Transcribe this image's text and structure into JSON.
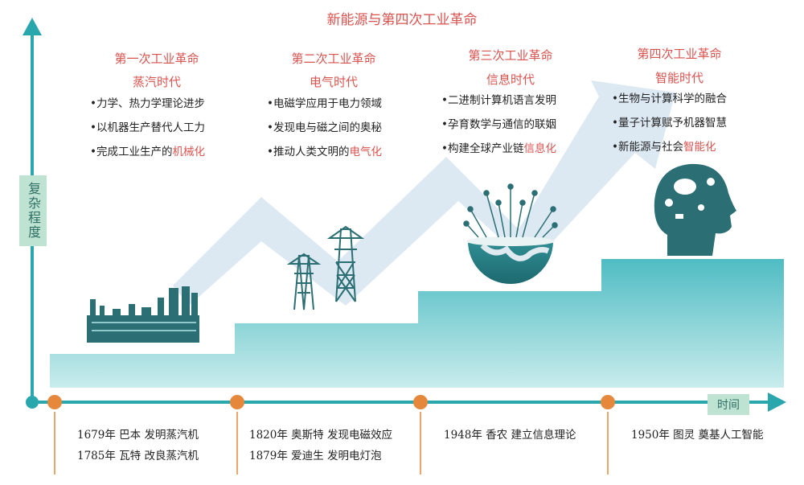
{
  "title": "新能源与第四次工业革命",
  "y_axis_label": "复杂程度",
  "x_axis_label": "时间",
  "revolutions": [
    {
      "title": "第一次工业革命",
      "era": "蒸汽时代",
      "points": [
        {
          "text": "力学、热力学理论进步",
          "highlight": ""
        },
        {
          "text": "以机器生产替代人工力",
          "highlight": ""
        },
        {
          "text": "完成工业生产的",
          "highlight": "机械化"
        }
      ],
      "events": [
        "1679年 巴本 发明蒸汽机",
        "1785年 瓦特 改良蒸汽机"
      ]
    },
    {
      "title": "第二次工业革命",
      "era": "电气时代",
      "points": [
        {
          "text": "电磁学应用于电力领域",
          "highlight": ""
        },
        {
          "text": "发现电与磁之间的奥秘",
          "highlight": ""
        },
        {
          "text": "推动人类文明的",
          "highlight": "电气化"
        }
      ],
      "events": [
        "1820年 奥斯特 发现电磁效应",
        "1879年 爱迪生 发明电灯泡"
      ]
    },
    {
      "title": "第三次工业革命",
      "era": "信息时代",
      "points": [
        {
          "text": "二进制计算机语言发明",
          "highlight": ""
        },
        {
          "text": "孕育数学与通信的联姻",
          "highlight": ""
        },
        {
          "text": "构建全球产业链",
          "highlight": "信息化"
        }
      ],
      "events": [
        "1948年 香农 建立信息理论"
      ]
    },
    {
      "title": "第四次工业革命",
      "era": "智能时代",
      "points": [
        {
          "text": "生物与计算科学的融合",
          "highlight": ""
        },
        {
          "text": "量子计算赋予机器智慧",
          "highlight": ""
        },
        {
          "text": "新能源与社会",
          "highlight": "智能化"
        }
      ],
      "events": [
        "1950年 图灵 奠基人工智能"
      ]
    }
  ],
  "icons": [
    "factory-icon",
    "power-tower-icon",
    "globe-circuit-icon",
    "brain-head-icon"
  ],
  "colors": {
    "axis": "#2aa6ad",
    "stairs_top": "#58c0c6",
    "stairs_bottom": "#c8eaeb",
    "arrow": "#dce8f2",
    "dot": "#e6883b",
    "highlight": "#d9534f",
    "label_bg": "#bfe3d3"
  }
}
